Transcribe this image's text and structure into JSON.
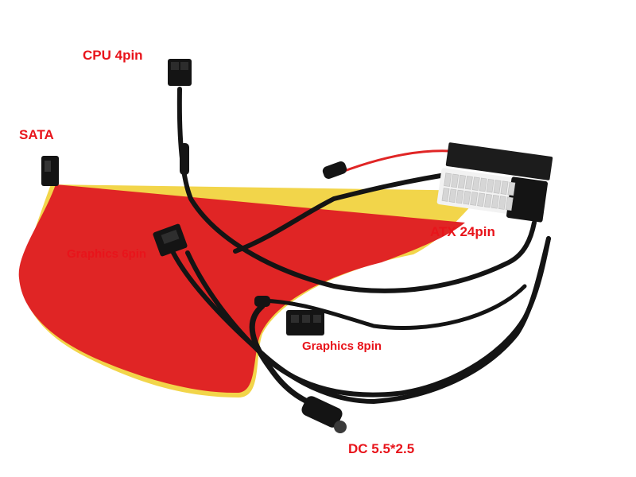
{
  "labels": {
    "cpu": "CPU 4pin",
    "sata": "SATA",
    "atx": "ATX 24pin",
    "graphics6": "Graphics 6pin",
    "graphics8": "Graphics 8pin",
    "dc": "DC 5.5*2.5"
  },
  "colors": {
    "label": "#e8141b",
    "cable": "#141414",
    "red_wire": "#e02525",
    "yellow_wire": "#f2d54a",
    "connector_white": "#f2f2f2",
    "pcb": "#1c1c1c"
  }
}
